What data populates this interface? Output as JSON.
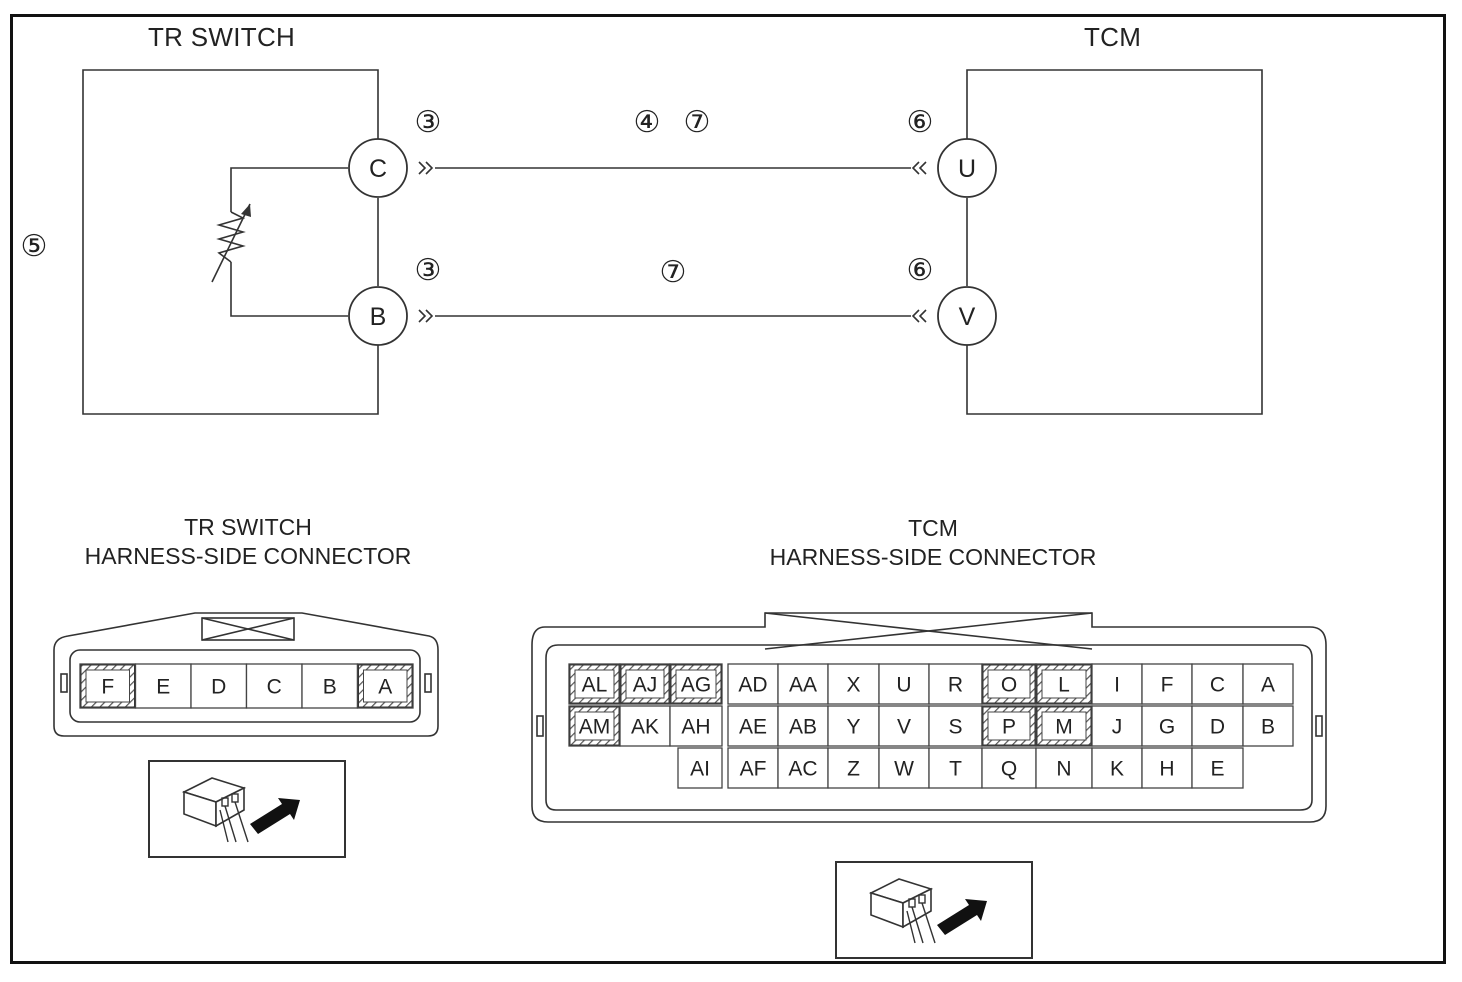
{
  "schematic": {
    "tr_switch_title": "TR SWITCH",
    "tcm_title": "TCM",
    "terminals": {
      "tr_c": "C",
      "tr_b": "B",
      "tcm_u": "U",
      "tcm_v": "V"
    },
    "circled_refs": {
      "tr_c": "③",
      "tr_b": "③",
      "wire_c_a": "④",
      "wire_c_b": "⑦",
      "wire_b": "⑦",
      "tcm_u": "⑥",
      "tcm_v": "⑥",
      "left": "⑤"
    }
  },
  "tr_connector": {
    "title_line1": "TR SWITCH",
    "title_line2": "HARNESS-SIDE CONNECTOR",
    "pins": [
      "F",
      "E",
      "D",
      "C",
      "B",
      "A"
    ],
    "hatched": [
      "F",
      "A"
    ],
    "view_icon": "harness-side-view-icon"
  },
  "tcm_connector": {
    "title_line1": "TCM",
    "title_line2": "HARNESS-SIDE CONNECTOR",
    "row1": [
      "AL",
      "AJ",
      "AG",
      "AD",
      "AA",
      "X",
      "U",
      "R",
      "O",
      "L",
      "I",
      "F",
      "C",
      "A"
    ],
    "row2": [
      "AM",
      "AK",
      "AH",
      "AE",
      "AB",
      "Y",
      "V",
      "S",
      "P",
      "M",
      "J",
      "G",
      "D",
      "B"
    ],
    "row3": [
      "AI",
      "AF",
      "AC",
      "Z",
      "W",
      "T",
      "Q",
      "N",
      "K",
      "H",
      "E"
    ],
    "hatched": [
      "AL",
      "AJ",
      "AG",
      "AM",
      "O",
      "L",
      "P",
      "M"
    ],
    "view_icon": "harness-side-view-icon"
  }
}
